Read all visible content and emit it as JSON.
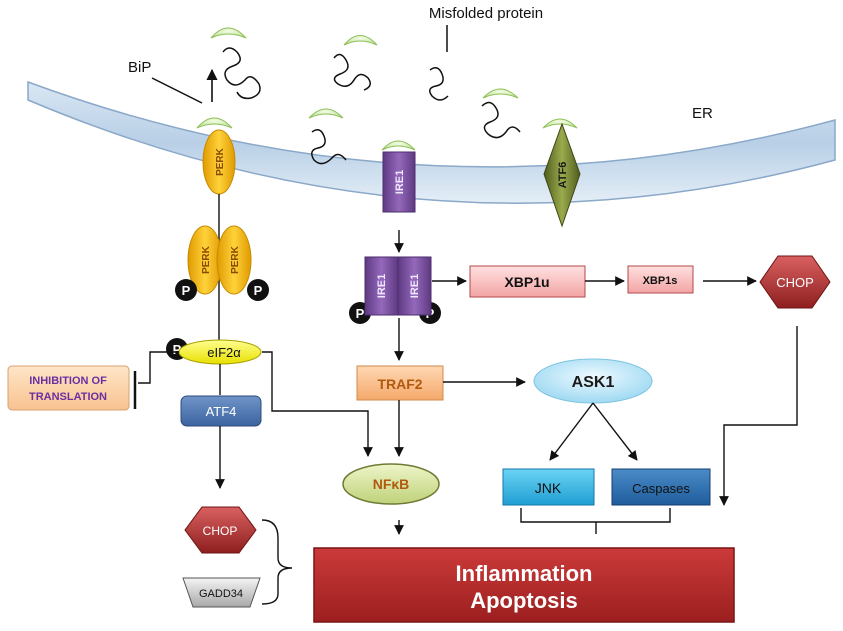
{
  "labels": {
    "misfolded": "Misfolded protein",
    "bip": "BiP",
    "er": "ER"
  },
  "receptors": {
    "perk": "PERK",
    "ire1": "IRE1",
    "atf6": "ATF6"
  },
  "phospho": "P",
  "nodes": {
    "xbp1u": "XBP1u",
    "xbp1s": "XBP1s",
    "chop_right": "CHOP",
    "eif2a": "eIF2α",
    "inhibition_line1": "INHIBITION OF",
    "inhibition_line2": "TRANSLATION",
    "atf4": "ATF4",
    "traf2": "TRAF2",
    "ask1": "ASK1",
    "nfkb": "NFκB",
    "jnk": "JNK",
    "caspases": "Caspases",
    "chop_left": "CHOP",
    "gadd34": "GADD34"
  },
  "outcome": {
    "line1": "Inflammation",
    "line2": "Apoptosis"
  },
  "colors": {
    "membrane": "#bcd4ea",
    "perk": "#f2b400",
    "ire1": "#7b4ea0",
    "atf6": "#6a7a2e",
    "chop": "#b93030",
    "outcome": "#b52a2a",
    "bip": "#d6f0b0"
  }
}
